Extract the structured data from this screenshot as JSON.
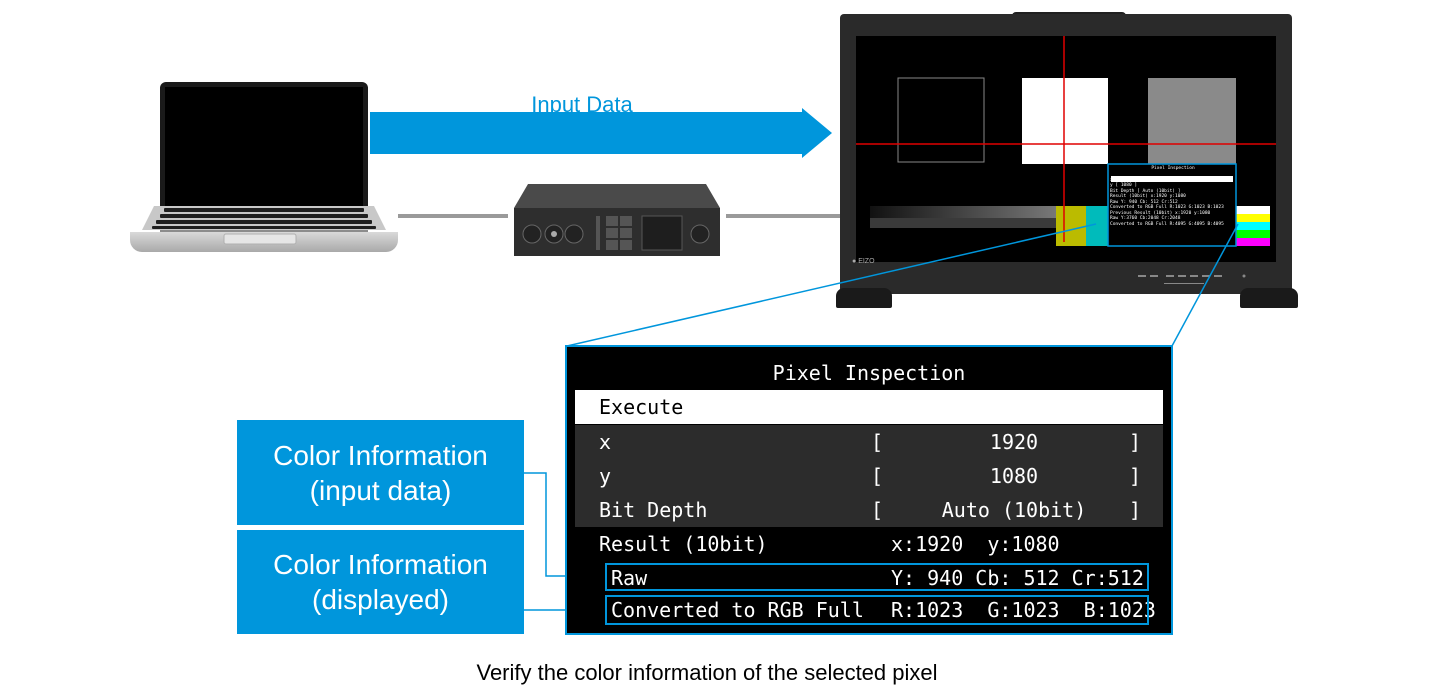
{
  "arrow_label": "Input Data",
  "osd": {
    "title": "Pixel Inspection",
    "execute": "Execute",
    "rows": [
      {
        "label": "x",
        "value": "1920"
      },
      {
        "label": "y",
        "value": "1080"
      },
      {
        "label": "Bit Depth",
        "value": "Auto (10bit)"
      }
    ],
    "result_label": "Result (10bit)",
    "result_value": "x:1920  y:1080",
    "raw_label": "Raw",
    "raw_value": "Y: 940 Cb: 512 Cr:512",
    "converted_label": "Converted to RGB Full",
    "converted_value": "R:1023  G:1023  B:1023"
  },
  "mini_osd": {
    "lines": [
      "x              [        1920       ]",
      "y              [        1080       ]",
      "Bit Depth      [    Auto (10bit)   ]",
      "Result (10bit)     x:1920  y:1080",
      "Raw                Y: 940 Cb: 512 Cr:512",
      "Converted to RGB Full  R:1023 G:1023 B:1023",
      "Previous Result (10bit)  x:1920  y:1080",
      "Raw                Y:3760 Cb:2048 Cr:2048",
      "Converted to RGB Full  R:4095 G:4095 B:4095"
    ]
  },
  "callouts": {
    "input": [
      "Color Information",
      "(input data)"
    ],
    "displayed": [
      "Color Information",
      "(displayed)"
    ]
  },
  "monitor_brand": "EIZO",
  "caption": "Verify the color information of the selected pixel",
  "colors": {
    "accent": "#0096dc",
    "osd_bg": "#000000",
    "osd_grey": "#2c2c2c"
  }
}
